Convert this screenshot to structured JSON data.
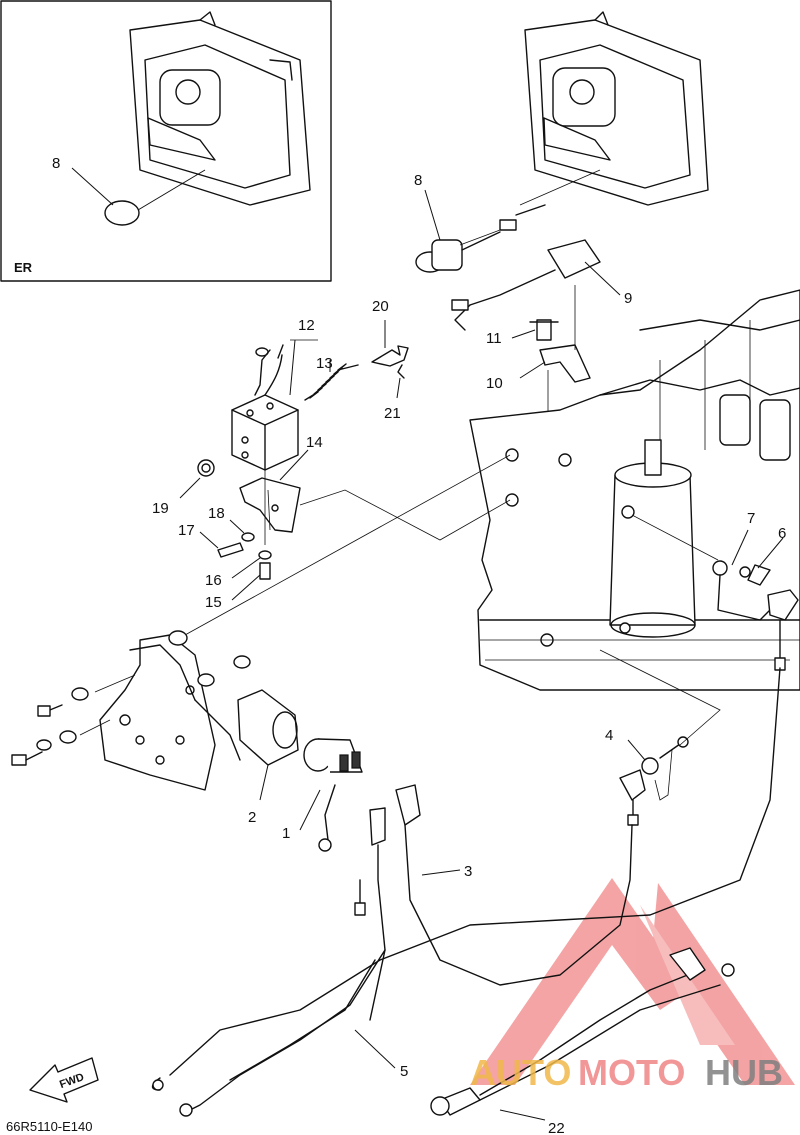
{
  "diagram": {
    "inset": {
      "label": "ER"
    },
    "direction_label": "FWD",
    "drawing_code": "66R5110-E140",
    "callouts": [
      {
        "id": "p1",
        "text": "1"
      },
      {
        "id": "p2",
        "text": "2"
      },
      {
        "id": "p3",
        "text": "3"
      },
      {
        "id": "p4",
        "text": "4"
      },
      {
        "id": "p5",
        "text": "5"
      },
      {
        "id": "p6",
        "text": "6"
      },
      {
        "id": "p7",
        "text": "7"
      },
      {
        "id": "p8a",
        "text": "8"
      },
      {
        "id": "p8b",
        "text": "8"
      },
      {
        "id": "p9",
        "text": "9"
      },
      {
        "id": "p10",
        "text": "10"
      },
      {
        "id": "p11",
        "text": "11"
      },
      {
        "id": "p12",
        "text": "12"
      },
      {
        "id": "p13",
        "text": "13"
      },
      {
        "id": "p14",
        "text": "14"
      },
      {
        "id": "p15",
        "text": "15"
      },
      {
        "id": "p16",
        "text": "16"
      },
      {
        "id": "p17",
        "text": "17"
      },
      {
        "id": "p18",
        "text": "18"
      },
      {
        "id": "p19",
        "text": "19"
      },
      {
        "id": "p20",
        "text": "20"
      },
      {
        "id": "p21",
        "text": "21"
      },
      {
        "id": "p22",
        "text": "22"
      }
    ],
    "watermark": {
      "part1": "AUTO",
      "part2": "MOTO",
      "part3": "HUB"
    },
    "colors": {
      "line": "#111111",
      "watermark_red": "#f08585",
      "watermark_orange": "#f0b84a",
      "watermark_gray": "#7f7f7f"
    }
  }
}
